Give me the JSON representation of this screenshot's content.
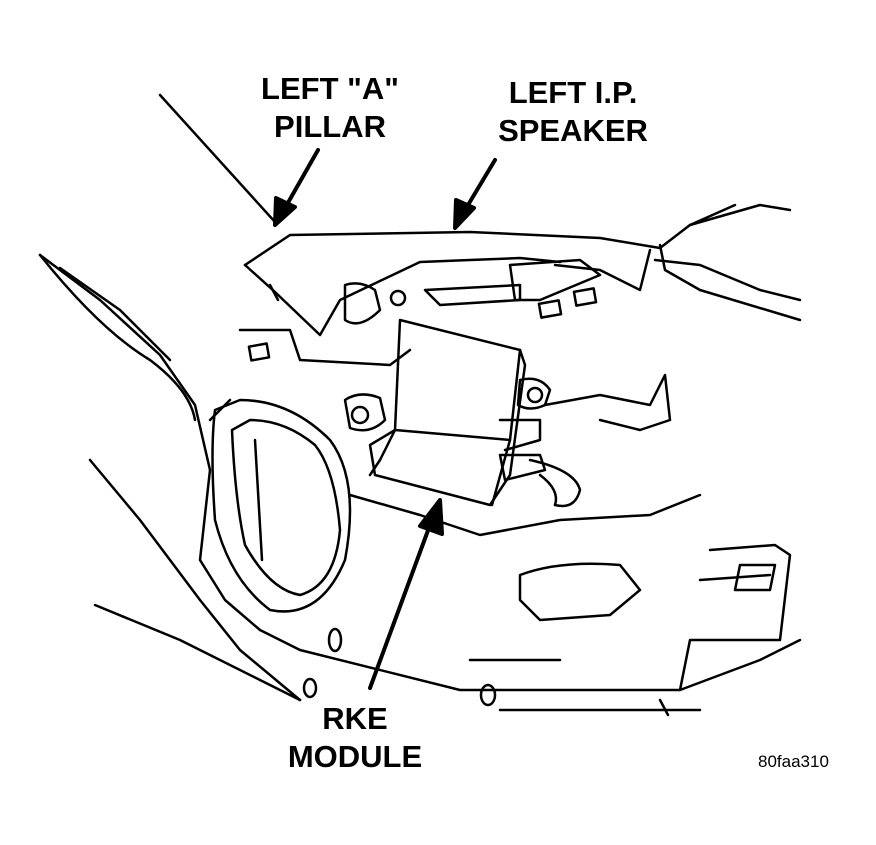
{
  "labels": {
    "a_pillar": {
      "line1": "LEFT \"A\"",
      "line2": "PILLAR"
    },
    "ip_speaker": {
      "line1": "LEFT I.P.",
      "line2": "SPEAKER"
    },
    "rke_module": {
      "line1": "RKE",
      "line2": "MODULE"
    }
  },
  "figure_id": "80faa310",
  "colors": {
    "ink": "#000000",
    "paper": "#ffffff"
  }
}
